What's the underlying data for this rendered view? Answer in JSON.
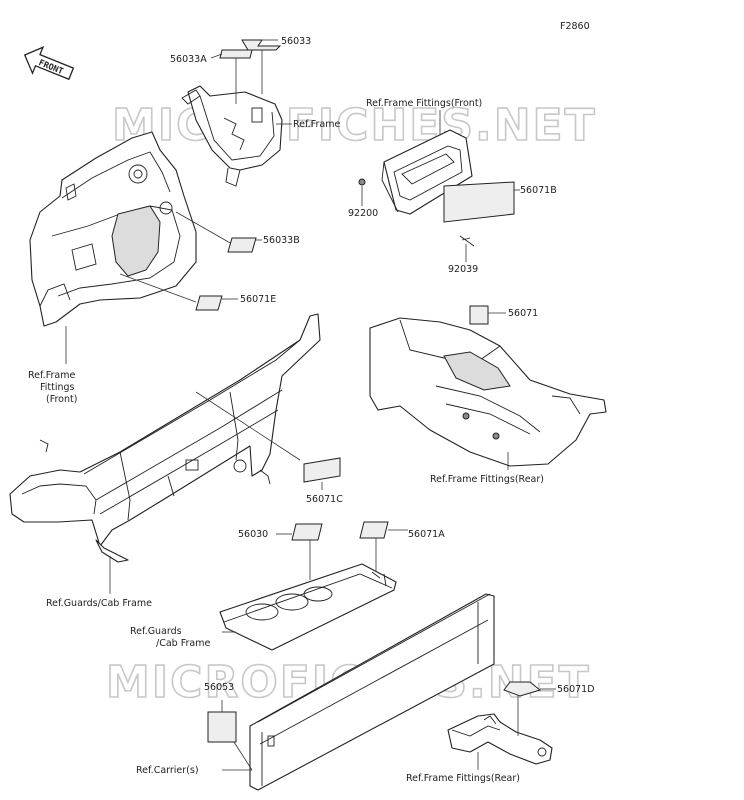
{
  "diagram_code": "F2860",
  "front_badge": "FRONT",
  "watermark": "MICROFICHES.NET",
  "part_labels": {
    "p56033": "56033",
    "p56033A": "56033A",
    "p56033B": "56033B",
    "p56071E": "56071E",
    "p56071B": "56071B",
    "p92200": "92200",
    "p92039": "92039",
    "p56071": "56071",
    "p56071C": "56071C",
    "p56030": "56030",
    "p56071A": "56071A",
    "p56053": "56053",
    "p56071D": "56071D"
  },
  "reference_labels": {
    "ref_frame": "Ref.Frame",
    "ref_frame_fittings_front_top": "Ref.Frame Fittings(Front)",
    "ref_frame_fittings_front_left_l1": "Ref.Frame",
    "ref_frame_fittings_front_left_l2": "Fittings",
    "ref_frame_fittings_front_left_l3": "(Front)",
    "ref_frame_fittings_rear": "Ref.Frame Fittings(Rear)",
    "ref_guards_cab_frame": "Ref.Guards/Cab Frame",
    "ref_guards_cab_frame2_l1": "Ref.Guards",
    "ref_guards_cab_frame2_l2": "/Cab Frame",
    "ref_carriers": "Ref.Carrier(s)",
    "ref_frame_fittings_rear2": "Ref.Frame Fittings(Rear)"
  }
}
